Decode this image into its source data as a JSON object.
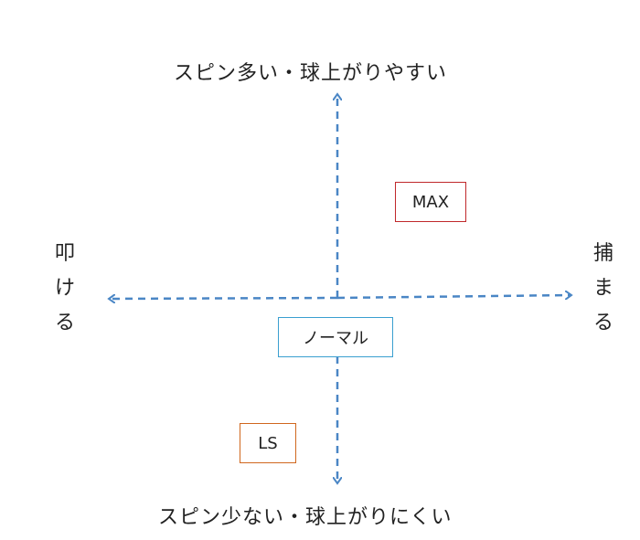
{
  "labels": {
    "top": "スピン多い・球上がりやすい",
    "bottom": "スピン少ない・球上がりにくい",
    "left_chars": [
      "叩",
      "け",
      "る"
    ],
    "right_chars": [
      "捕",
      "ま",
      "る"
    ]
  },
  "boxes": {
    "max": "MAX",
    "ls": "LS",
    "normal": "ノーマル"
  },
  "colors": {
    "arrow": "#4a86c5",
    "max_border": "#c0282b",
    "ls_border": "#d0671e",
    "normal_border": "#3a9fd0"
  }
}
